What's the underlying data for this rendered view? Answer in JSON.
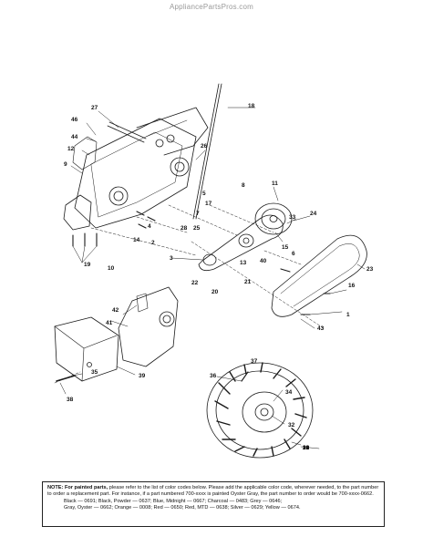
{
  "watermark": "AppliancePartsPros.com",
  "callouts": [
    "27",
    "18",
    "46",
    "44",
    "12",
    "9",
    "26",
    "19",
    "4",
    "2",
    "8",
    "5",
    "17",
    "7",
    "28",
    "25",
    "14",
    "10",
    "11",
    "33",
    "24",
    "15",
    "6",
    "3",
    "13",
    "40",
    "22",
    "20",
    "21",
    "23",
    "16",
    "1",
    "43",
    "42",
    "41",
    "39",
    "35",
    "38",
    "36",
    "37",
    "34",
    "32",
    "10",
    "31",
    "30",
    "29"
  ],
  "note": {
    "label": "NOTE:",
    "bold_lead": "For painted parts,",
    "line1": " please refer to the list of color codes below. Please add the applicable color code, wherever needed, to the part number to order a replacement part. For instance, if a part numbered 700-xxxx is painted Oyster Gray, the part number to order would be 700-xxxx-0662.",
    "colors1": "Black — 0691; Black, Powder — 0637; Blue, Midnight — 0667; Charcoal — 0483; Grey — 0646;",
    "colors2": "Gray, Oyster — 0662; Orange — 0008; Red — 0650; Red, MTD — 0638; Silver — 0629; Yellow — 0674."
  },
  "colors": {
    "ink": "#1a1a1a",
    "paper": "#ffffff",
    "watermark": "#9a9a9a"
  }
}
